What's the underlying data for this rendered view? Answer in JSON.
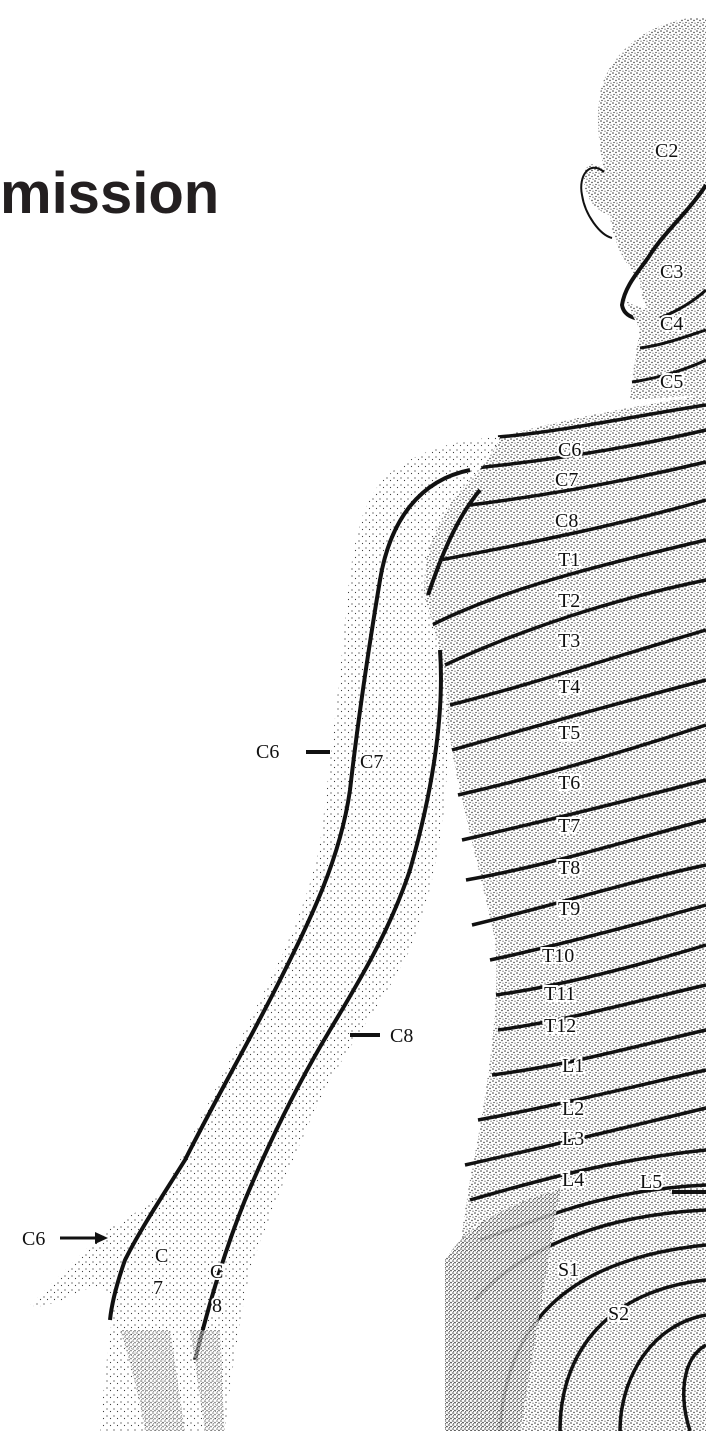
{
  "heading": {
    "text": "mission"
  },
  "labels": {
    "c2": "C2",
    "c3": "C3",
    "c4": "C4",
    "c5": "C5",
    "c6": "C6",
    "c7": "C7",
    "c8": "C8",
    "t1": "T1",
    "t2": "T2",
    "t3": "T3",
    "t4": "T4",
    "t5": "T5",
    "t6": "T6",
    "t7": "T7",
    "t8": "T8",
    "t9": "T9",
    "t10": "T10",
    "t11": "T11",
    "t12": "T12",
    "l1": "L1",
    "l2": "L2",
    "l3": "L3",
    "l4": "L4",
    "l5": "L5",
    "s1": "S1",
    "s2": "S2",
    "arm_c6_upper": "C6",
    "arm_c7_upper": "C7",
    "arm_c8": "C8",
    "hand_c6": "C6",
    "hand_c_left": "C",
    "hand_7": "7",
    "hand_c_right": "C",
    "hand_8": "8"
  },
  "colors": {
    "ink": "#111111",
    "stipple": "#3a3a3a",
    "title": "#231f20"
  }
}
